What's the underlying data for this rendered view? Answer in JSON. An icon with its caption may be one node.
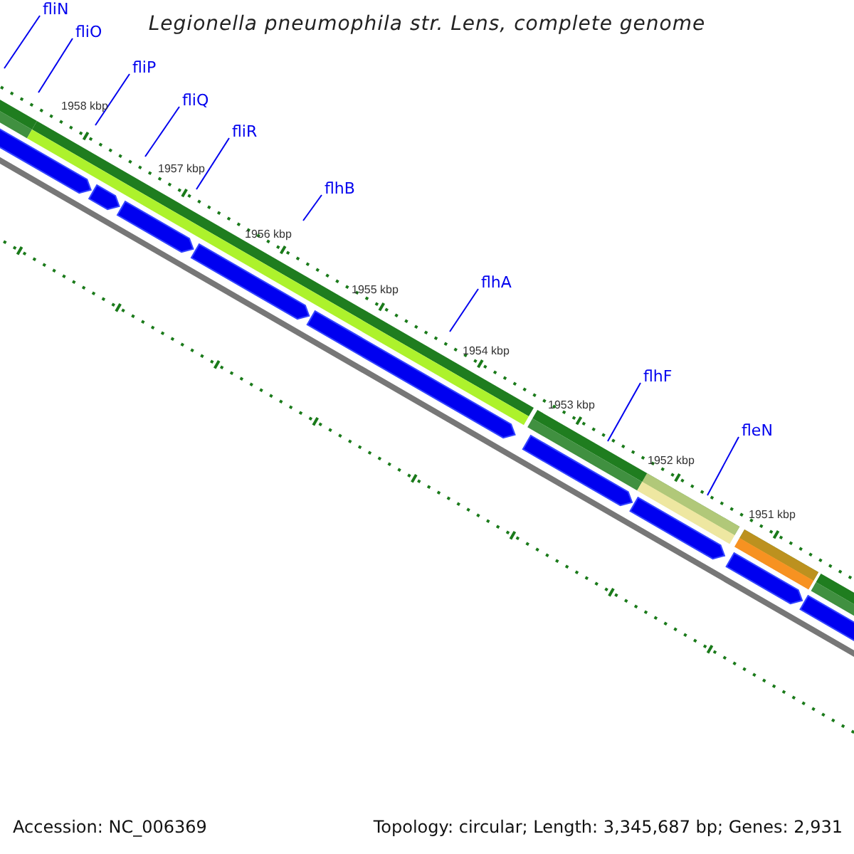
{
  "diagram": {
    "title": "Legionella pneumophila str. Lens, complete genome",
    "nodes": [
      {
        "text": [
          "fliN"
        ]
      },
      {
        "text": [
          "fliO"
        ]
      },
      {
        "text": [
          "fliP"
        ]
      },
      {
        "text": [
          "fliQ"
        ]
      },
      {
        "text": [
          "fliR"
        ]
      },
      {
        "text": [
          "flhB"
        ]
      },
      {
        "text": [
          "flhA"
        ]
      },
      {
        "text": [
          "flhF"
        ]
      },
      {
        "text": [
          "fleN"
        ]
      }
    ],
    "edges": [
      {
        "from": 0,
        "to": null,
        "arrow": "none"
      },
      {
        "from": 1,
        "to": null,
        "arrow": "none"
      },
      {
        "from": 2,
        "to": null,
        "arrow": "none"
      },
      {
        "from": 3,
        "to": null,
        "arrow": "none"
      },
      {
        "from": 4,
        "to": null,
        "arrow": "none"
      },
      {
        "from": 5,
        "to": null,
        "arrow": "none"
      },
      {
        "from": 6,
        "to": null,
        "arrow": "none"
      },
      {
        "from": 7,
        "to": null,
        "arrow": "none"
      },
      {
        "from": 8,
        "to": null,
        "arrow": "none"
      }
    ],
    "labels": [
      "1958 kbp",
      "1957 kbp",
      "1956 kbp",
      "1955 kbp",
      "1954 kbp",
      "1953 kbp",
      "1952 kbp",
      "1951 kbp",
      "Accession: NC_006369",
      "Topology: circular; Length: 3,345,687 bp; Genes: 2,931"
    ]
  }
}
